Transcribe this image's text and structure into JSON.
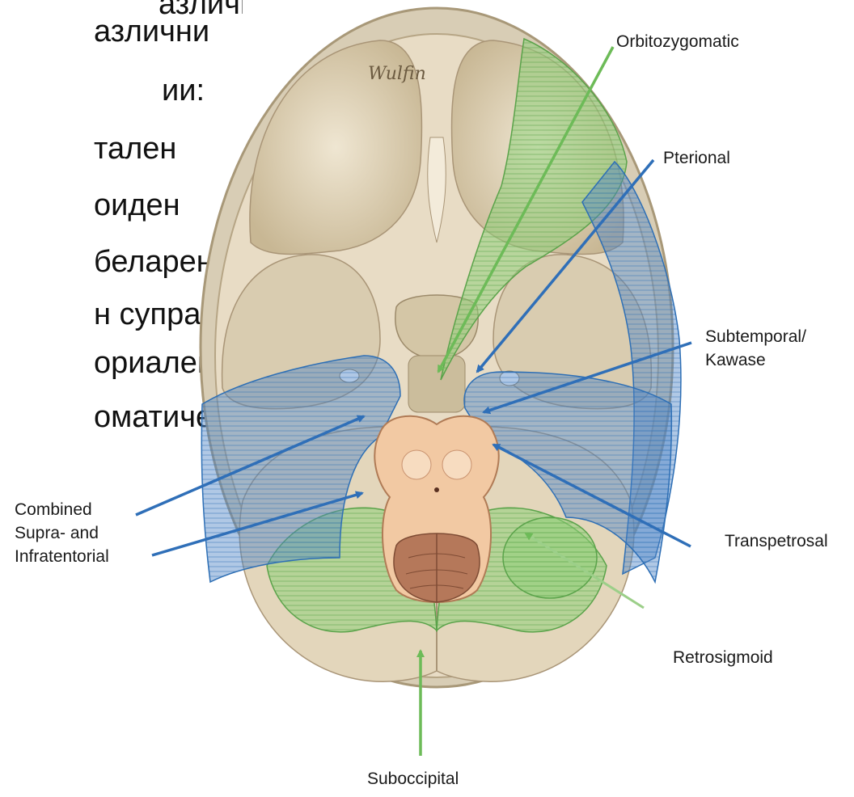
{
  "slide_bullets": [
    "азлични",
    "ии:",
    "тален",
    "оиден",
    "беларен",
    "н супра- и",
    "ориален",
    "оматичен"
  ],
  "labels": {
    "orbitozygomatic": "Orbitozygomatic",
    "pterional": "Pterional",
    "subtemporal_line1": "Subtemporal/",
    "subtemporal_line2": "Kawase",
    "combined_line1": "Combined",
    "combined_line2": "Supra- and",
    "combined_line3": "Infratentorial",
    "transpetrosal": "Transpetrosal",
    "retrosigmoid": "Retrosigmoid",
    "suboccipital": "Suboccipital",
    "signature": "Wulfin"
  },
  "colors": {
    "bone": "#e8dcc5",
    "bone_dark": "#c9b89a",
    "rim": "#d8cdb5",
    "green_fill": "#8fcf7a",
    "green_stroke": "#5aa34a",
    "blue_fill": "#4f86c6",
    "blue_stroke": "#2e6fb5",
    "arrow_green": "#6dbb58",
    "arrow_blue": "#2f6fb8",
    "brainstem": "#f2c9a3",
    "cerebellum": "#b5785a"
  }
}
